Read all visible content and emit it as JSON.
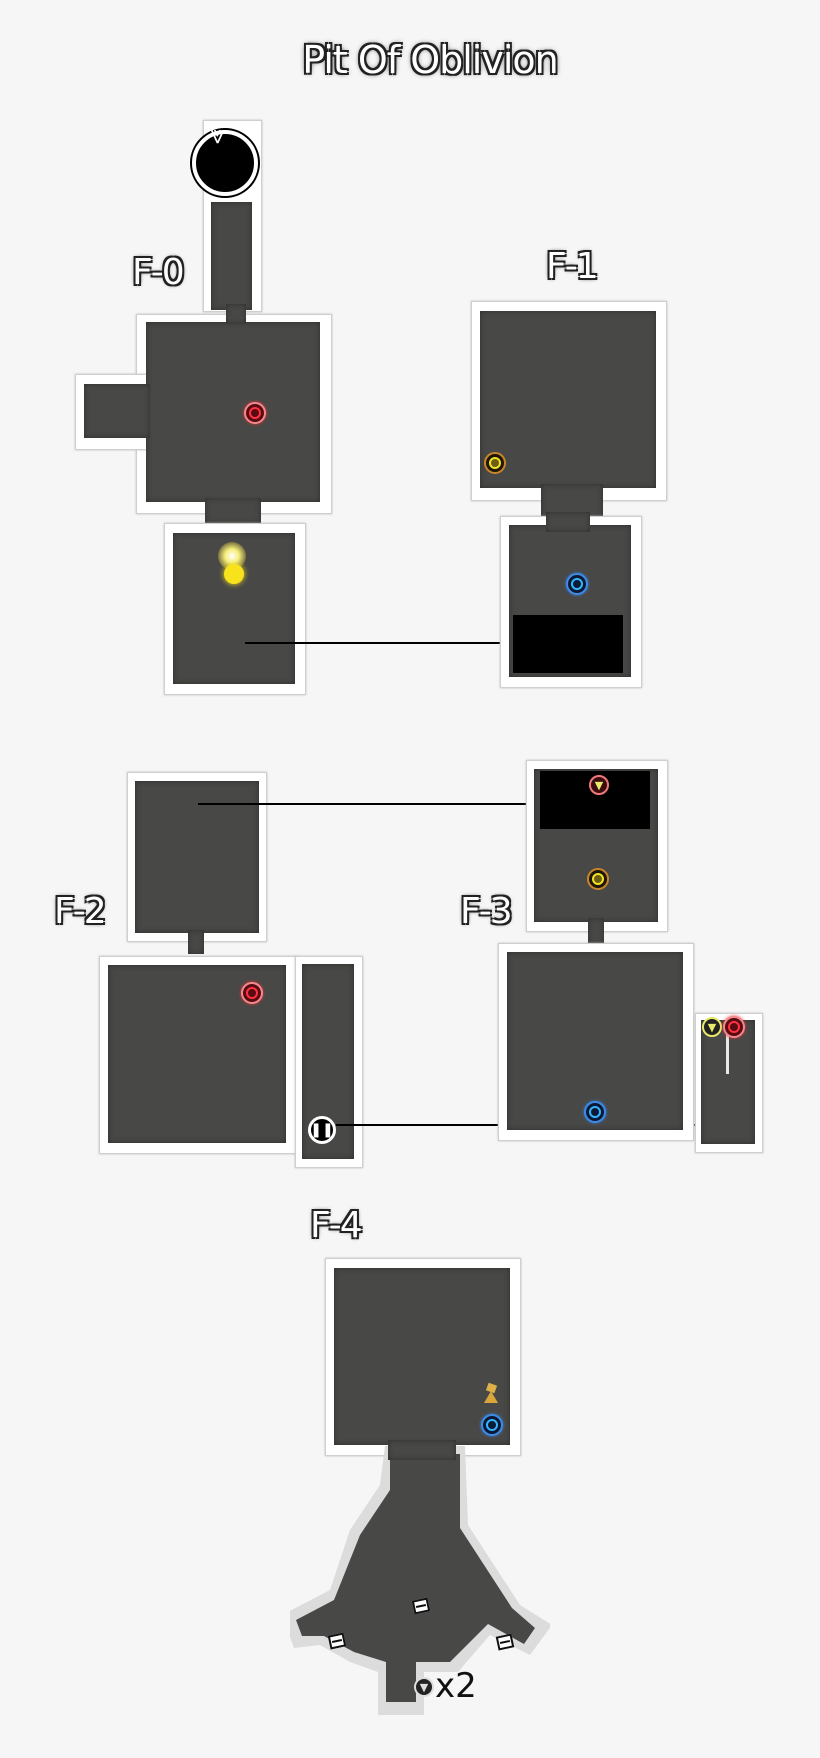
{
  "title": "Pit Of Oblivion",
  "floors": [
    {
      "id": "F-0",
      "label": "F-0",
      "markers": [
        "boss-entrance",
        "red-portal",
        "yellow-light-orb"
      ]
    },
    {
      "id": "F-1",
      "label": "F-1",
      "markers": [
        "yellow-portal",
        "blue-portal",
        "hidden-area"
      ]
    },
    {
      "id": "F-2",
      "label": "F-2",
      "markers": [
        "red-portal",
        "pause-switch"
      ]
    },
    {
      "id": "F-3",
      "label": "F-3",
      "markers": [
        "hidden-area",
        "trap-portal",
        "yellow-portal",
        "blue-portal",
        "yellow-trap",
        "red-portal"
      ]
    },
    {
      "id": "F-4",
      "label": "F-4",
      "markers": [
        "totem",
        "blue-portal",
        "chest",
        "chest",
        "chest",
        "gem-drop"
      ]
    }
  ],
  "annotations": {
    "gem_multiplier": "x2"
  },
  "colors": {
    "background": "#f6f6f6",
    "floor": "#484846",
    "wall": "#ffffff",
    "portal_red": "#ff3340",
    "portal_yellow": "#f2e227",
    "portal_blue": "#35b4ff"
  }
}
